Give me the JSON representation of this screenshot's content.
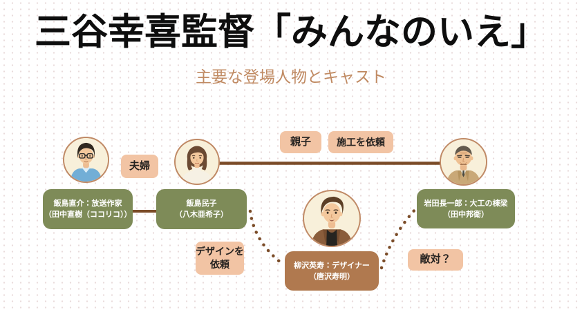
{
  "page": {
    "title": "三谷幸喜監督「みんなのいえ」",
    "subtitle": "主要な登場人物とキャスト"
  },
  "nodes": {
    "husband": {
      "role": "飯島直介：放送作家",
      "cast": "（田中直樹（ココリコ））"
    },
    "wife": {
      "role": "飯島民子",
      "cast": "（八木亜希子）"
    },
    "carpenter": {
      "role": "岩田長一郎：大工の棟梁",
      "cast": "（田中邦衛）"
    },
    "designer": {
      "role": "柳沢英寿：デザイナー",
      "cast": "（唐沢寿明）"
    }
  },
  "relations": {
    "couple": "夫婦",
    "parent_child": "親子",
    "construction_request": "施工を依頼",
    "design_request_line1": "デザインを",
    "design_request_line2": "依頼",
    "rivalry": "敵対？"
  },
  "colors": {
    "node_green": "#7e8b58",
    "node_brown": "#b0794f",
    "label_salmon": "#f2c4a4",
    "line_brown": "#7b4c28",
    "subtitle_brown": "#c08a62",
    "avatar_border": "#c08a66",
    "avatar_background": "#f8f0da"
  }
}
